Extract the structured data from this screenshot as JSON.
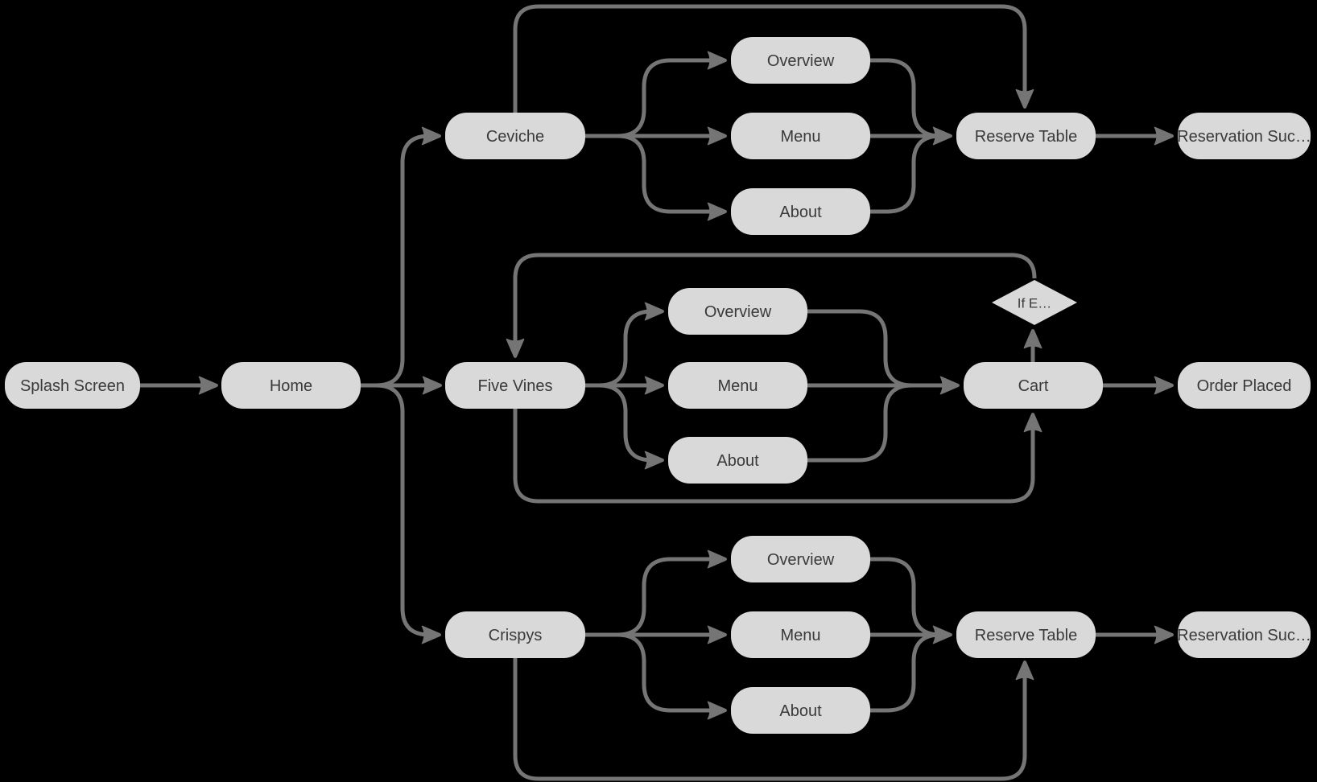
{
  "diagram": {
    "type": "flowchart",
    "background_color": "#000000",
    "node_fill_color": "#d9d9d9",
    "edge_color": "#757575",
    "text_color": "#3a3a3a",
    "nodes": [
      {
        "id": "splash-screen",
        "label": "Splash Screen",
        "shape": "rounded-rect"
      },
      {
        "id": "home",
        "label": "Home",
        "shape": "rounded-rect"
      },
      {
        "id": "ceviche",
        "label": "Ceviche",
        "shape": "rounded-rect"
      },
      {
        "id": "overview-1",
        "label": "Overview",
        "shape": "rounded-rect"
      },
      {
        "id": "menu-1",
        "label": "Menu",
        "shape": "rounded-rect"
      },
      {
        "id": "about-1",
        "label": "About",
        "shape": "rounded-rect"
      },
      {
        "id": "reserve-table-1",
        "label": "Reserve Table",
        "shape": "rounded-rect"
      },
      {
        "id": "reservation-success-1",
        "label": "Reservation Suc…",
        "shape": "rounded-rect"
      },
      {
        "id": "five-vines",
        "label": "Five Vines",
        "shape": "rounded-rect"
      },
      {
        "id": "overview-2",
        "label": "Overview",
        "shape": "rounded-rect"
      },
      {
        "id": "menu-2",
        "label": "Menu",
        "shape": "rounded-rect"
      },
      {
        "id": "about-2",
        "label": "About",
        "shape": "rounded-rect"
      },
      {
        "id": "if-empty",
        "label": "If E…",
        "shape": "diamond"
      },
      {
        "id": "cart",
        "label": "Cart",
        "shape": "rounded-rect"
      },
      {
        "id": "order-placed",
        "label": "Order Placed",
        "shape": "rounded-rect"
      },
      {
        "id": "crispys",
        "label": "Crispys",
        "shape": "rounded-rect"
      },
      {
        "id": "overview-3",
        "label": "Overview",
        "shape": "rounded-rect"
      },
      {
        "id": "menu-3",
        "label": "Menu",
        "shape": "rounded-rect"
      },
      {
        "id": "about-3",
        "label": "About",
        "shape": "rounded-rect"
      },
      {
        "id": "reserve-table-3",
        "label": "Reserve Table",
        "shape": "rounded-rect"
      },
      {
        "id": "reservation-success-3",
        "label": "Reservation Suc…",
        "shape": "rounded-rect"
      }
    ],
    "edges": [
      {
        "from": "splash-screen",
        "to": "home",
        "arrow": true
      },
      {
        "from": "home",
        "to": "ceviche",
        "arrow": true
      },
      {
        "from": "home",
        "to": "five-vines",
        "arrow": true
      },
      {
        "from": "home",
        "to": "crispys",
        "arrow": true
      },
      {
        "from": "ceviche",
        "to": "overview-1",
        "arrow": true
      },
      {
        "from": "ceviche",
        "to": "menu-1",
        "arrow": true
      },
      {
        "from": "ceviche",
        "to": "about-1",
        "arrow": true
      },
      {
        "from": "overview-1",
        "to": "reserve-table-1",
        "arrow": false
      },
      {
        "from": "menu-1",
        "to": "reserve-table-1",
        "arrow": true
      },
      {
        "from": "about-1",
        "to": "reserve-table-1",
        "arrow": false
      },
      {
        "from": "ceviche",
        "to": "reserve-table-1",
        "arrow": true
      },
      {
        "from": "reserve-table-1",
        "to": "reservation-success-1",
        "arrow": true
      },
      {
        "from": "five-vines",
        "to": "overview-2",
        "arrow": true
      },
      {
        "from": "five-vines",
        "to": "menu-2",
        "arrow": true
      },
      {
        "from": "five-vines",
        "to": "about-2",
        "arrow": true
      },
      {
        "from": "overview-2",
        "to": "cart",
        "arrow": false
      },
      {
        "from": "menu-2",
        "to": "cart",
        "arrow": true
      },
      {
        "from": "about-2",
        "to": "cart",
        "arrow": false
      },
      {
        "from": "cart",
        "to": "if-empty",
        "arrow": true
      },
      {
        "from": "if-empty",
        "to": "five-vines",
        "arrow": true
      },
      {
        "from": "five-vines",
        "to": "cart",
        "arrow": true
      },
      {
        "from": "cart",
        "to": "order-placed",
        "arrow": true
      },
      {
        "from": "crispys",
        "to": "overview-3",
        "arrow": true
      },
      {
        "from": "crispys",
        "to": "menu-3",
        "arrow": true
      },
      {
        "from": "crispys",
        "to": "about-3",
        "arrow": true
      },
      {
        "from": "overview-3",
        "to": "reserve-table-3",
        "arrow": false
      },
      {
        "from": "menu-3",
        "to": "reserve-table-3",
        "arrow": true
      },
      {
        "from": "about-3",
        "to": "reserve-table-3",
        "arrow": false
      },
      {
        "from": "crispys",
        "to": "reserve-table-3",
        "arrow": true
      },
      {
        "from": "reserve-table-3",
        "to": "reservation-success-3",
        "arrow": true
      }
    ]
  }
}
